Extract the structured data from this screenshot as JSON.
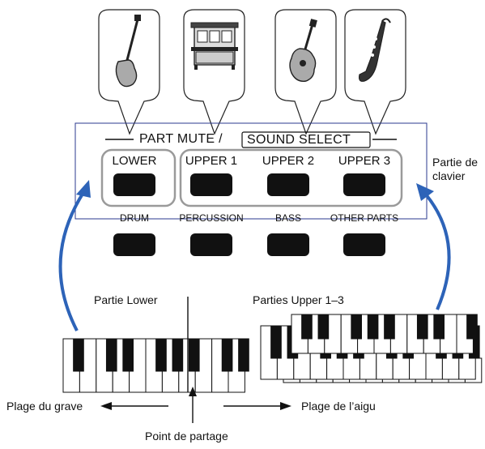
{
  "panel": {
    "title_left": "PART MUTE /",
    "title_right": "SOUND SELECT",
    "upper_buttons": [
      "LOWER",
      "UPPER 1",
      "UPPER 2",
      "UPPER 3"
    ],
    "lower_buttons": [
      "DRUM",
      "PERCUSSION",
      "BASS",
      "OTHER PARTS"
    ],
    "side_label": "Partie de\nclavier"
  },
  "balloons": [
    {
      "instrument": "electric-bass-icon"
    },
    {
      "instrument": "upright-piano-icon"
    },
    {
      "instrument": "acoustic-guitar-icon"
    },
    {
      "instrument": "saxophone-icon"
    }
  ],
  "labels": {
    "lower_part": "Partie Lower",
    "upper_parts": "Parties Upper 1–3",
    "low_range": "Plage du grave",
    "high_range": "Plage de l’aigu",
    "split_point": "Point de partage"
  },
  "colors": {
    "panel_border": "#2b3a8f",
    "grouping": "#9a9a9a",
    "arrow_blue": "#2d63b8",
    "key_black": "#111111"
  }
}
